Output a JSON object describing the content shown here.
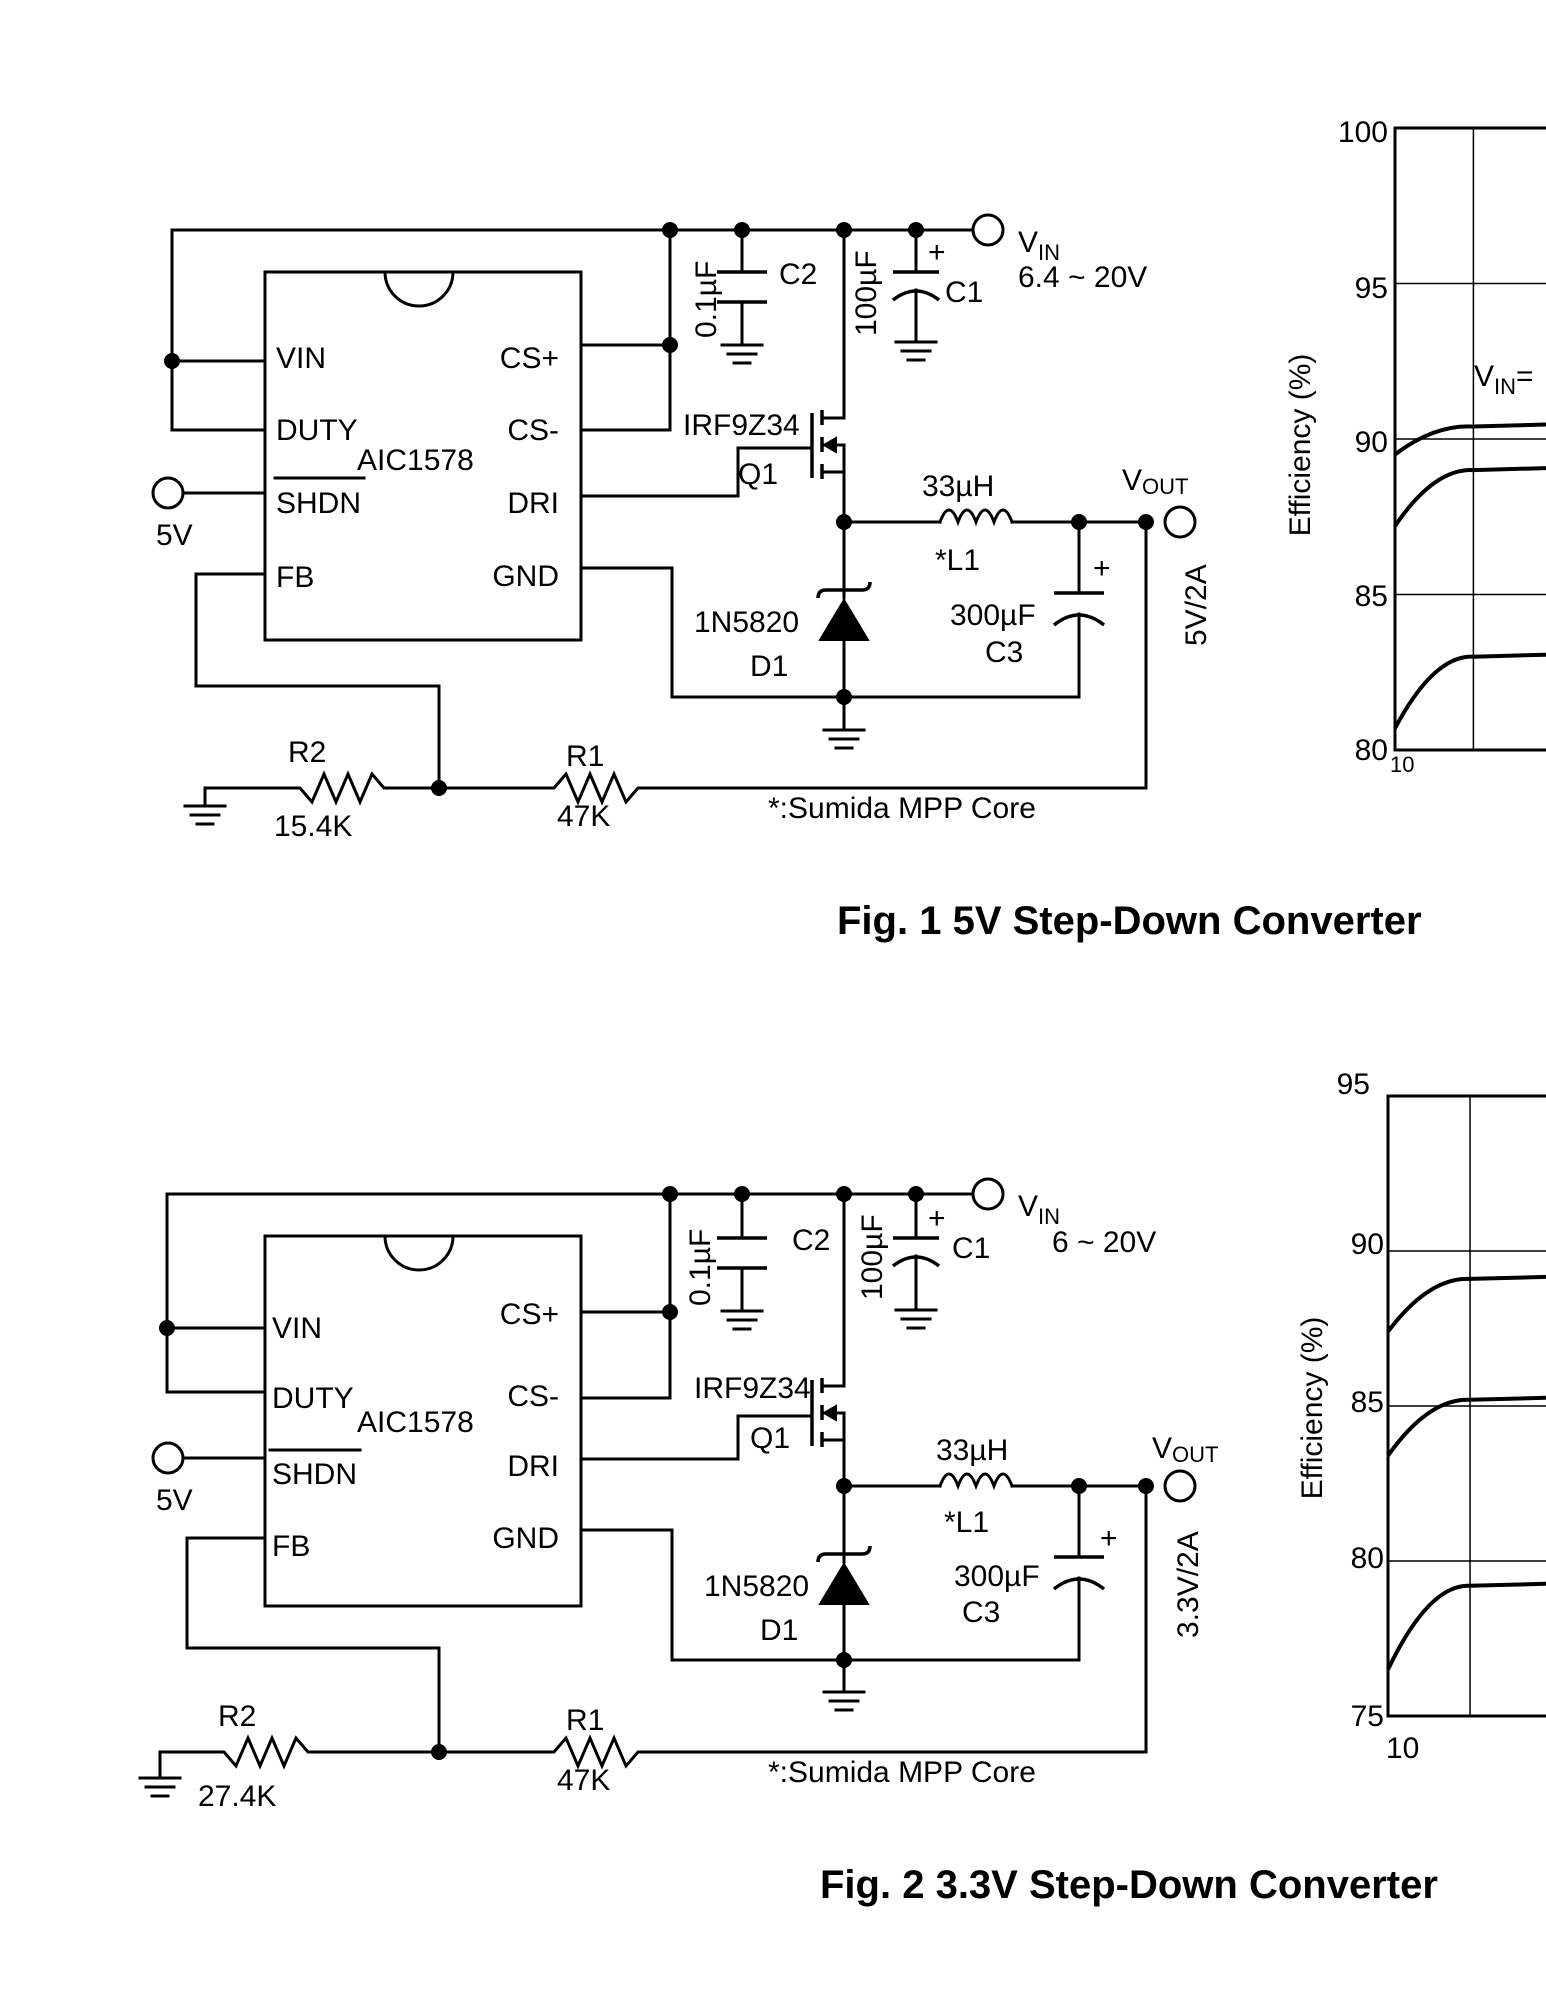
{
  "fig1": {
    "caption": "Fig. 1   5V Step-Down Converter",
    "ic": {
      "name": "AIC1578",
      "pins_left": [
        "VIN",
        "DUTY",
        "SHDN",
        "FB"
      ],
      "pins_right": [
        "CS+",
        "CS-",
        "DRI",
        "GND"
      ]
    },
    "vin_label": "V",
    "vin_sub": "IN",
    "vin_range": "6.4 ~ 20V",
    "vout_label": "V",
    "vout_sub": "OUT",
    "vout_spec": "5V/2A",
    "shdn_source": "5V",
    "c2_value": "0.1µF",
    "c2_name": "C2",
    "c1_value": "100µF",
    "c1_name": "C1",
    "q1_part": "IRF9Z34",
    "q1_name": "Q1",
    "l1_value": "33µH",
    "l1_name": "*L1",
    "d1_part": "1N5820",
    "d1_name": "D1",
    "c3_value": "300µF",
    "c3_name": "C3",
    "r2_name": "R2",
    "r2_value": "15.4K",
    "r1_name": "R1",
    "r1_value": "47K",
    "footnote": "*:Sumida MPP Core",
    "plus": "+"
  },
  "fig2": {
    "caption": "Fig. 2   3.3V Step-Down Converter",
    "ic": {
      "name": "AIC1578",
      "pins_left": [
        "VIN",
        "DUTY",
        "SHDN",
        "FB"
      ],
      "pins_right": [
        "CS+",
        "CS-",
        "DRI",
        "GND"
      ]
    },
    "vin_label": "V",
    "vin_sub": "IN",
    "vin_range": "6 ~ 20V",
    "vout_label": "V",
    "vout_sub": "OUT",
    "vout_spec": "3.3V/2A",
    "shdn_source": "5V",
    "c2_value": "0.1µF",
    "c2_name": "C2",
    "c1_value": "100µF",
    "c1_name": "C1",
    "q1_part": "IRF9Z34",
    "q1_name": "Q1",
    "l1_value": "33µH",
    "l1_name": "*L1",
    "d1_part": "1N5820",
    "d1_name": "D1",
    "c3_value": "300µF",
    "c3_name": "C3",
    "r2_name": "R2",
    "r2_value": "27.4K",
    "r1_name": "R1",
    "r1_value": "47K",
    "footnote": "*:Sumida MPP Core",
    "plus": "+"
  },
  "chart_data": [
    {
      "type": "line",
      "title": "",
      "ylabel": "Efficiency (%)",
      "yticks": [
        "100",
        "95",
        "90",
        "85",
        "80"
      ],
      "ylim": [
        80,
        100
      ],
      "xtick_first": "10",
      "annotation": "V",
      "annotation_sub": "IN",
      "annotation_suffix": "=",
      "series": [
        {
          "x": [
            10,
            20
          ],
          "values": [
            89.5,
            90.4
          ]
        },
        {
          "x": [
            10,
            20
          ],
          "values": [
            87.2,
            89.0
          ]
        },
        {
          "x": [
            10,
            20
          ],
          "values": [
            80.7,
            83.0
          ]
        }
      ]
    },
    {
      "type": "line",
      "title": "",
      "ylabel": "Efficiency (%)",
      "yticks": [
        "95",
        "90",
        "85",
        "80",
        "75"
      ],
      "ylim": [
        75,
        95
      ],
      "xtick_first": "10",
      "series": [
        {
          "x": [
            10,
            20
          ],
          "values": [
            87.4,
            89.1
          ]
        },
        {
          "x": [
            10,
            20
          ],
          "values": [
            83.4,
            85.2
          ]
        },
        {
          "x": [
            10,
            20
          ],
          "values": [
            76.5,
            79.2
          ]
        }
      ]
    }
  ]
}
